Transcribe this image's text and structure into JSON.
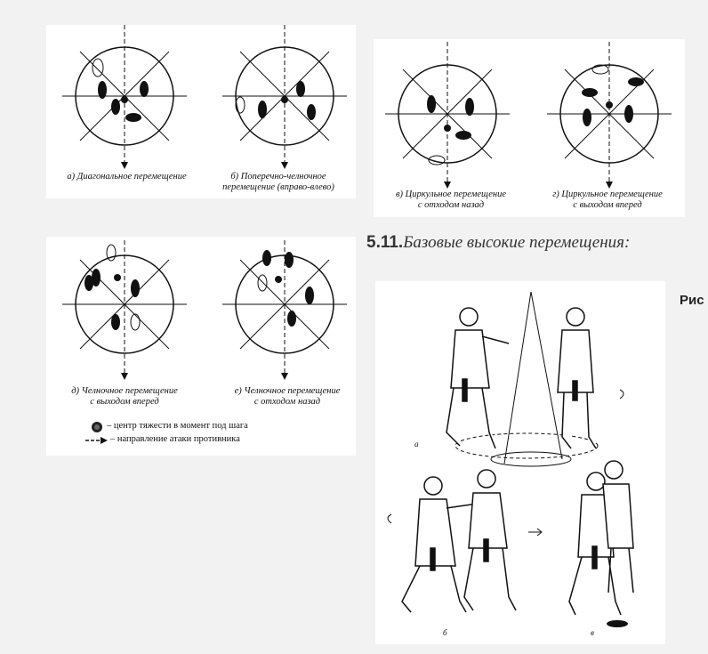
{
  "diagrams": [
    {
      "id": "a",
      "caption": "а) Диагональное перемещение"
    },
    {
      "id": "b",
      "caption": "б) Поперечно-челночное\nперемещение (вправо-влево)"
    },
    {
      "id": "v",
      "caption": "в) Циркульное перемещение\nс отходом назад"
    },
    {
      "id": "g",
      "caption": "г) Циркульное перемещение\nс выходом вперед"
    },
    {
      "id": "d",
      "caption": "д) Челночное перемещение\nс выходом вперед"
    },
    {
      "id": "e",
      "caption": "е) Челночное перемещение\nс отходом назад"
    }
  ],
  "legend": {
    "center": "– центр тяжести в момент под шага",
    "direction": "– направление атаки противника"
  },
  "section": {
    "number": "5.11.",
    "title": "Базовые высокие перемещения:"
  },
  "side_label": "Рис",
  "illustration_labels": {
    "a": "а",
    "b": "б",
    "v": "в"
  }
}
